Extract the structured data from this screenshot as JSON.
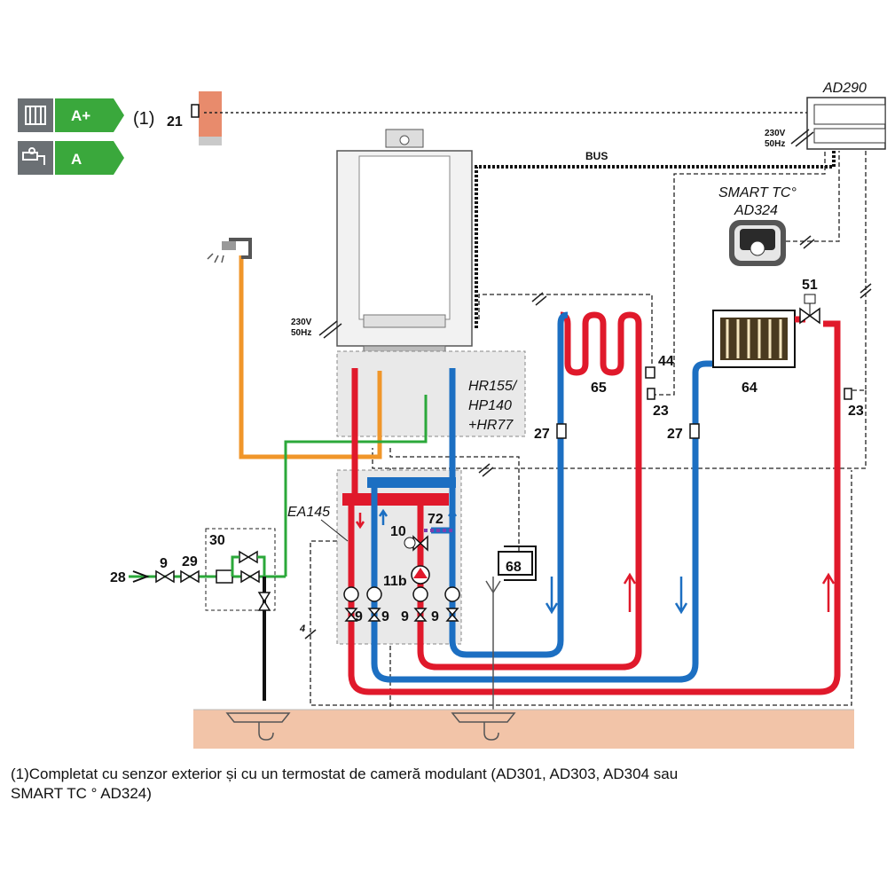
{
  "energy_labels": [
    {
      "grade": "A+",
      "icon": "radiator-icon"
    },
    {
      "grade": "A",
      "icon": "tap-water-icon"
    }
  ],
  "note_marker": "(1)",
  "components": {
    "outdoor_sensor": "21",
    "controller": "AD290",
    "power_ctrl_v": "230V",
    "power_ctrl_hz": "50Hz",
    "power_boiler_v": "230V",
    "power_boiler_hz": "50Hz",
    "bus": "BUS",
    "smart_tc": "SMART TC°",
    "smart_tc_code": "AD324",
    "boiler_kit_1": "HR155/",
    "boiler_kit_2": "HP140",
    "boiler_kit_3": "+HR77",
    "ea": "EA145",
    "safety_group": "30",
    "water_inlet": "28",
    "valve_9": "9",
    "pressure_reducer": "29",
    "mixing_valve": "10",
    "purple_link": "72",
    "pump": "11b",
    "neutralizer": "68",
    "underfloor": "65",
    "radiator": "64",
    "thermostatic_valve": "51",
    "sensor_44": "44",
    "sensor_23a": "23",
    "sensor_23b": "23",
    "sensor_27a": "27",
    "sensor_27b": "27",
    "cable_4": "4"
  },
  "colors": {
    "hot": "#e0192b",
    "cold": "#1c6fc2",
    "dhw": "#f0962a",
    "cold_water": "#2ba83a",
    "energy_green": "#3aa83c",
    "energy_grey": "#6b7074",
    "floor": "#f2c4a8",
    "sensor_orange": "#e88b6c"
  },
  "footnote": {
    "line1": "(1)Completat cu senzor exterior și cu un termostat de cameră modulant (AD301, AD303, AD304 sau",
    "line2": "SMART TC ° AD324)"
  }
}
